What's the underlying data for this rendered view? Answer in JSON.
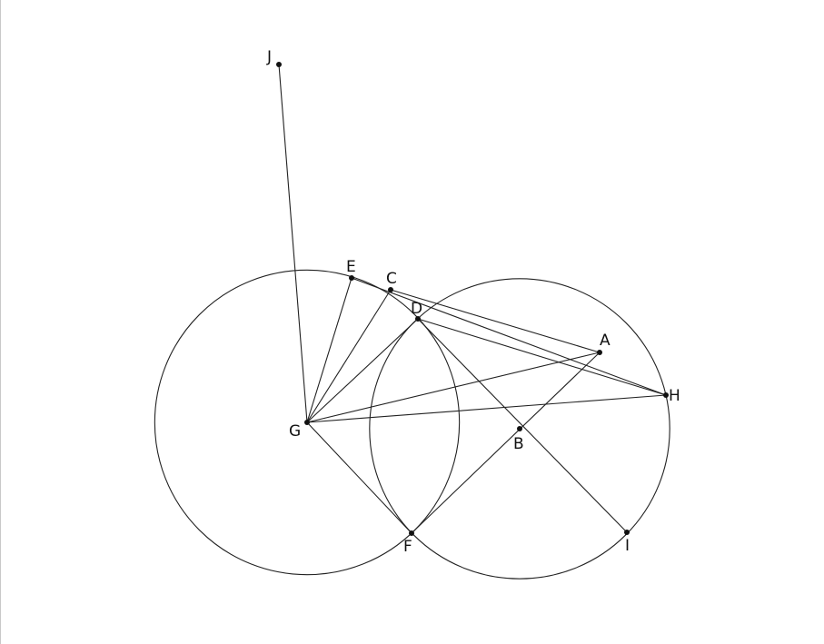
{
  "points": [
    {
      "name": "A",
      "label": "A"
    },
    {
      "name": "B",
      "label": "B"
    },
    {
      "name": "C",
      "label": "C"
    },
    {
      "name": "D",
      "label": "D"
    },
    {
      "name": "E",
      "label": "E"
    },
    {
      "name": "F",
      "label": "F"
    },
    {
      "name": "G",
      "label": "G"
    },
    {
      "name": "H",
      "label": "H"
    },
    {
      "name": "I",
      "label": "I"
    },
    {
      "name": "J",
      "label": "J"
    }
  ],
  "segments": [
    [
      "G",
      "J"
    ],
    [
      "G",
      "E"
    ],
    [
      "G",
      "C"
    ],
    [
      "G",
      "D"
    ],
    [
      "G",
      "A"
    ],
    [
      "G",
      "H"
    ],
    [
      "G",
      "F"
    ],
    [
      "E",
      "H"
    ],
    [
      "C",
      "A"
    ],
    [
      "D",
      "H"
    ],
    [
      "D",
      "I"
    ],
    [
      "F",
      "A"
    ]
  ],
  "circles": [
    {
      "name": "circle-center-g",
      "center": "G",
      "through": "F"
    },
    {
      "name": "circle-center-b",
      "center": "B",
      "through": "H"
    }
  ]
}
